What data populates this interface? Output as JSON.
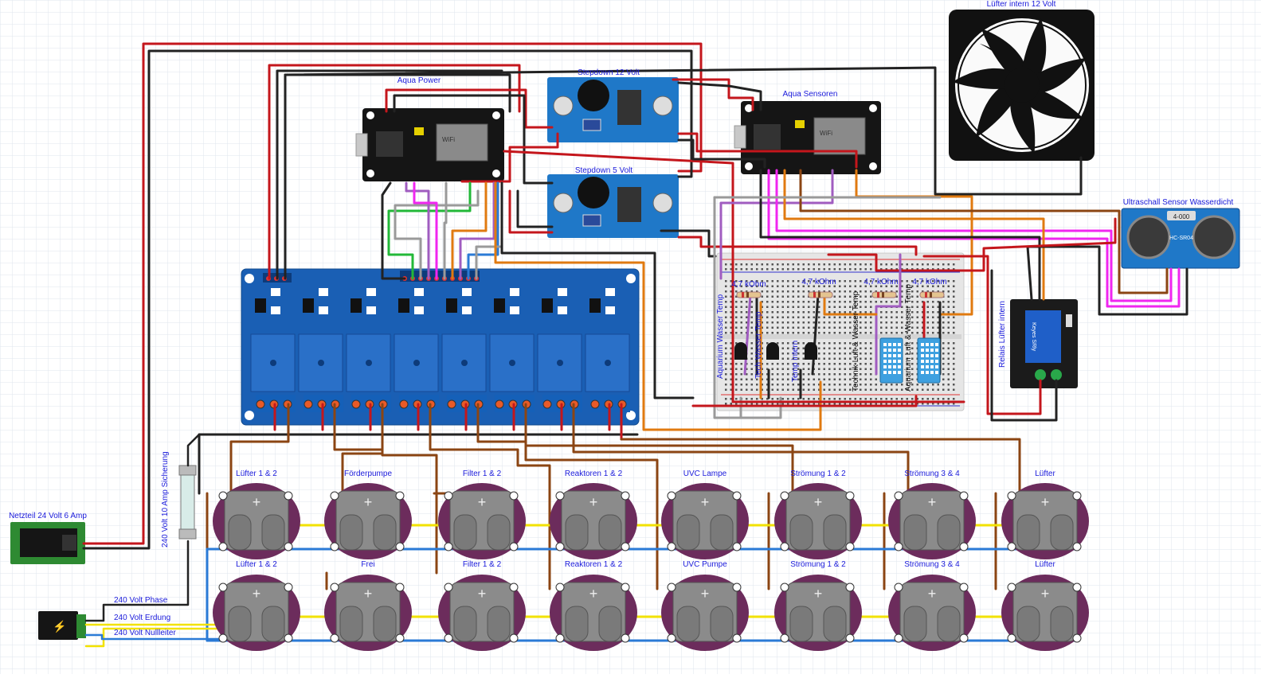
{
  "labels": {
    "fan": "Lüfter intern 12 Volt",
    "aqua_power": "Aqua Power",
    "stepdown12": "Stepdown 12 Volt",
    "stepdown5": "Stepdown 5 Volt",
    "aqua_sensoren": "Aqua Sensoren",
    "ultrasonic": "Ultraschall Sensor Wasserdicht",
    "ultrasonic_chip": "4-000",
    "ultrasonic_model": "HC-SR04",
    "relais_fan": "Relais Lüfter intern",
    "netzteil": "Netzteil 24 Volt 6 Amp",
    "fuse": "240 Volt 10 Amp Sicherung",
    "phase": "240 Volt Phase",
    "erdung": "240 Volt Erdung",
    "nullleiter": "240 Volt Nullleiter",
    "resistor": "4,7 kOhm",
    "aquarium_temp": "Aquarium Wasser Temp",
    "tech_temp": "Tech Wasser Temp",
    "temp_intern": "Temp intern",
    "technik_luft": "Technik Luft & Wasser Temp",
    "aquarium_luft": "Aquarium Luft & Wasser Temp",
    "relay_chip": "Keyes SRly"
  },
  "sockets_top": [
    "Lüfter 1 & 2",
    "Förderpumpe",
    "Filter 1 & 2",
    "Reaktoren 1 & 2",
    "UVC Lampe",
    "Strömung 1 & 2",
    "Strömung 3 & 4",
    "Lüfter"
  ],
  "sockets_bottom": [
    "Lüfter 1 & 2",
    "Frei",
    "Filter 1 & 2",
    "Reaktoren 1 & 2",
    "UVC Pumpe",
    "Strömung 1 & 2",
    "Strömung 3 & 4",
    "Lüfter"
  ],
  "colors": {
    "red": "#c4161c",
    "black": "#222222",
    "brown": "#8b4513",
    "yellow": "#f2e200",
    "blue": "#2a7ad6",
    "green": "#22b838",
    "orange": "#e07a10",
    "purple": "#a05cc0",
    "magenta": "#f026f0",
    "grey": "#9a9a9a",
    "relay_board": "#1a5fb4",
    "socket": "#6c2c5c"
  }
}
